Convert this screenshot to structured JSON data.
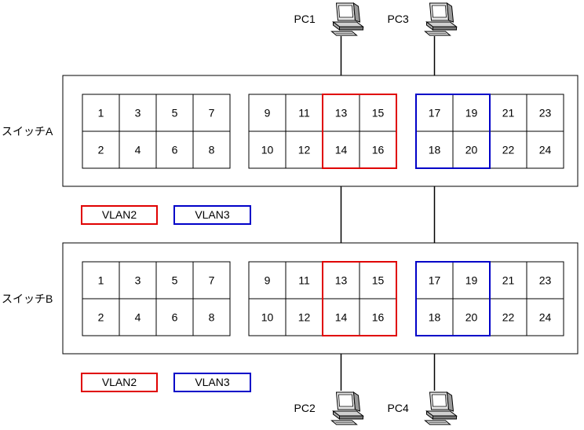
{
  "switches": [
    {
      "id": "a",
      "label": "スイッチA"
    },
    {
      "id": "b",
      "label": "スイッチB"
    }
  ],
  "port_groups": [
    {
      "top": [
        "1",
        "3",
        "5",
        "7"
      ],
      "bottom": [
        "2",
        "4",
        "6",
        "8"
      ]
    },
    {
      "top": [
        "9",
        "11",
        "13",
        "15"
      ],
      "bottom": [
        "10",
        "12",
        "14",
        "16"
      ]
    },
    {
      "top": [
        "17",
        "19",
        "21",
        "23"
      ],
      "bottom": [
        "18",
        "20",
        "22",
        "24"
      ]
    }
  ],
  "vlans": [
    {
      "name": "VLAN2",
      "color": "#e00000",
      "ports": [
        "13",
        "14",
        "15",
        "16"
      ]
    },
    {
      "name": "VLAN3",
      "color": "#0000c8",
      "ports": [
        "17",
        "18",
        "19",
        "20"
      ]
    }
  ],
  "pcs": [
    {
      "name": "PC1",
      "switch": "a",
      "port": "13",
      "side": "top"
    },
    {
      "name": "PC3",
      "switch": "a",
      "port": "17",
      "side": "top"
    },
    {
      "name": "PC2",
      "switch": "b",
      "port": "14",
      "side": "bottom"
    },
    {
      "name": "PC4",
      "switch": "b",
      "port": "18",
      "side": "bottom"
    }
  ],
  "trunk_links": [
    {
      "from": {
        "switch": "a",
        "port": "14"
      },
      "to": {
        "switch": "b",
        "port": "13"
      }
    },
    {
      "from": {
        "switch": "a",
        "port": "18"
      },
      "to": {
        "switch": "b",
        "port": "17"
      }
    }
  ],
  "colors": {
    "vlan2": "#e00000",
    "vlan3": "#0000c8",
    "line": "#000000"
  },
  "icons": {
    "pc": "desktop-computer-icon"
  }
}
